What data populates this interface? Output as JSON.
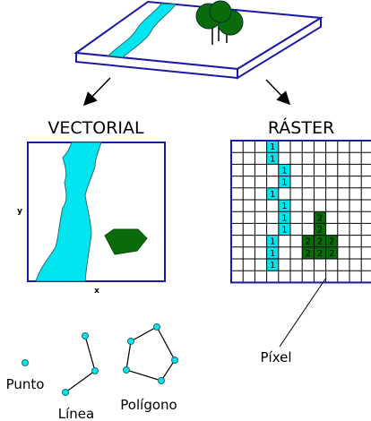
{
  "titles": {
    "vector": "VECTORIAL",
    "raster": "RÁSTER"
  },
  "axes": {
    "y": "y",
    "x": "x"
  },
  "examples": {
    "point": "Punto",
    "line": "Línea",
    "polygon": "Polígono"
  },
  "raster": {
    "pixel_label": "Píxel",
    "rows": 12,
    "cols": 12,
    "river_value": "1",
    "forest_value": "2",
    "river_cells": [
      [
        0,
        3
      ],
      [
        1,
        3
      ],
      [
        2,
        4
      ],
      [
        3,
        4
      ],
      [
        4,
        3
      ],
      [
        5,
        4
      ],
      [
        6,
        4
      ],
      [
        7,
        4
      ],
      [
        8,
        3
      ],
      [
        9,
        3
      ],
      [
        10,
        3
      ]
    ],
    "forest_cells": [
      [
        6,
        7
      ],
      [
        7,
        7
      ],
      [
        8,
        6
      ],
      [
        8,
        7
      ],
      [
        8,
        8
      ],
      [
        9,
        6
      ],
      [
        9,
        7
      ],
      [
        9,
        8
      ]
    ]
  },
  "colors": {
    "frame": "#1a1aa8",
    "river": "#00e5f0",
    "forest": "#0a6b0a",
    "forest_dark": "#054f05",
    "text": "#000000"
  }
}
